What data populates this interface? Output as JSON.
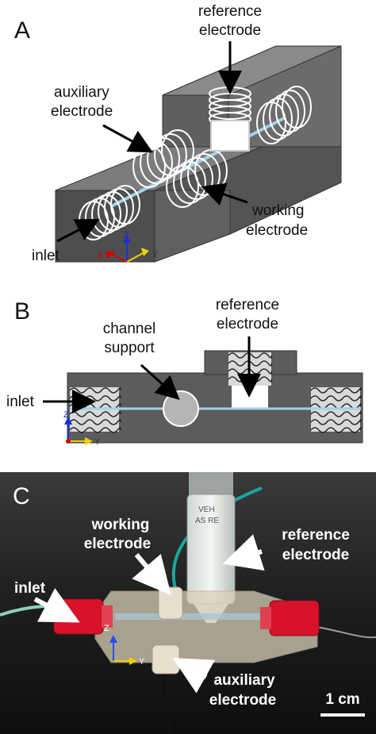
{
  "panelA": {
    "label": "A",
    "reference": [
      "reference",
      "electrode"
    ],
    "auxiliary": [
      "auxiliary",
      "electrode"
    ],
    "working": [
      "working",
      "electrode"
    ],
    "inlet": "inlet",
    "axes": {
      "x": "X",
      "y": "Y",
      "z": "Z"
    }
  },
  "panelB": {
    "label": "B",
    "reference": [
      "reference",
      "electrode"
    ],
    "channel_support": [
      "channel",
      "support"
    ],
    "inlet": "inlet",
    "axes": {
      "y": "Y",
      "z": "Z"
    }
  },
  "panelC": {
    "label": "C",
    "working": [
      "working",
      "electrode"
    ],
    "reference": [
      "reference",
      "electrode"
    ],
    "inlet": "inlet",
    "auxiliary": [
      "auxiliary",
      "electrode"
    ],
    "scale": "1 cm",
    "axes": {
      "y": "Y",
      "z": "Z"
    },
    "tube_text": [
      "VEH",
      "AS RE"
    ]
  },
  "colors": {
    "block": "#5a5a5a",
    "block_top": "#7a7a7a",
    "channel": "#9fd3ea",
    "fitting_red": "#d8122b",
    "axis_x": "#d40000",
    "axis_y": "#f0d000",
    "axis_z": "#1a2fd8"
  }
}
